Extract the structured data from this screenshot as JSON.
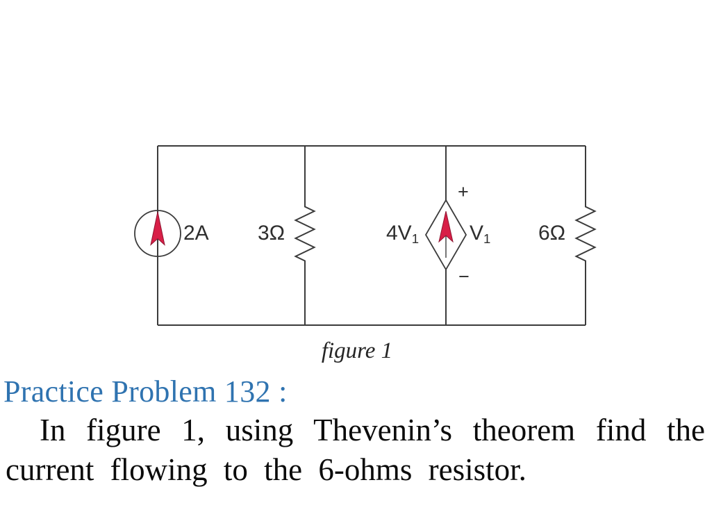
{
  "colors": {
    "page_bg": "#ffffff",
    "line_gray": "#3b3b3b",
    "label_gray": "#2e2e2e",
    "arrow_red": "#d81f47",
    "arrow_red_dark": "#8f1531",
    "heading_blue": "#2f73b0",
    "body_black": "#0b0b0b"
  },
  "figure": {
    "caption": "figure 1",
    "current_source": {
      "label": "2A",
      "type": "independent-current-source",
      "arrow_direction": "up"
    },
    "resistor_left": {
      "label": "3Ω"
    },
    "dependent_source": {
      "type": "dependent-current-source",
      "arrow_direction": "up",
      "coefficient": "4V",
      "coefficient_sub": "1",
      "voltage": "V",
      "voltage_sub": "1",
      "plus_sign": "+",
      "minus_sign": "−"
    },
    "resistor_right": {
      "label": "6Ω"
    }
  },
  "problem": {
    "heading": "Practice Problem 132 :",
    "line1": "In figure 1, using Thevenin’s theorem find the",
    "line2": "current flowing to the 6-ohms resistor."
  }
}
